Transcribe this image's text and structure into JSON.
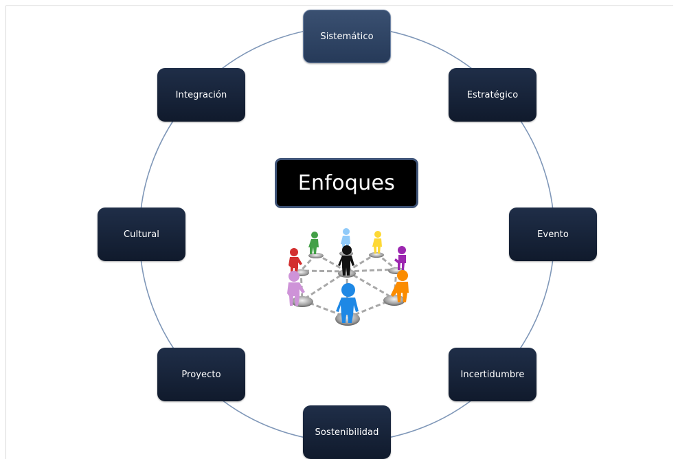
{
  "center": {
    "title": "Enfoques"
  },
  "nodes": [
    {
      "id": "sistematico",
      "label": "Sistemático"
    },
    {
      "id": "estrategico",
      "label": "Estratégico"
    },
    {
      "id": "evento",
      "label": "Evento"
    },
    {
      "id": "incertidumbre",
      "label": "Incertidumbre"
    },
    {
      "id": "sostenibilidad",
      "label": "Sostenibilidad"
    },
    {
      "id": "proyecto",
      "label": "Proyecto"
    },
    {
      "id": "cultural",
      "label": "Cultural"
    },
    {
      "id": "integracion",
      "label": "Integración"
    }
  ],
  "colors": {
    "node_fill": "#15213a",
    "node_top_fill": "#2f4566",
    "ring_stroke": "#7f97b8",
    "title_fill": "#000000",
    "title_border": "#3f5478"
  },
  "illustration": {
    "icon": "people-network-icon",
    "figure_colors": [
      "#d32f2f",
      "#43a047",
      "#90caf9",
      "#fdd835",
      "#9c27b0",
      "#111111",
      "#ce93d8",
      "#1e88e5",
      "#fb8c00"
    ]
  }
}
